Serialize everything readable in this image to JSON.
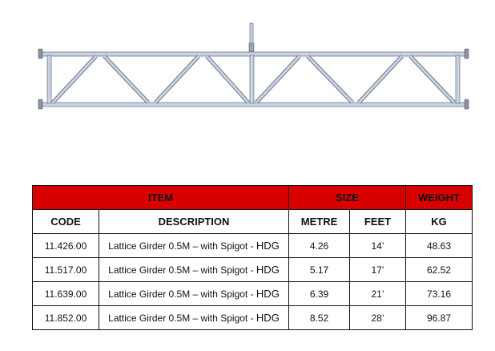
{
  "figure": {
    "subject": "lattice-girder-drawing",
    "colors": {
      "tube": "#c9d3e3",
      "tube_edge": "#6f7a8a"
    }
  },
  "table": {
    "header_color": "#d90000",
    "group_headers": {
      "item": "ITEM",
      "size": "SIZE",
      "weight": "WEIGHT"
    },
    "column_headers": {
      "code": "CODE",
      "description": "DESCRIPTION",
      "metre": "METRE",
      "feet": "FEET",
      "kg": "KG"
    },
    "rows": [
      {
        "code": "11.426.00",
        "description": "Lattice Girder 0.5M – with Spigot - ",
        "suffix": "HDG",
        "metre": "4.26",
        "feet": "14’",
        "kg": "48.63"
      },
      {
        "code": "11.517.00",
        "description": "Lattice Girder 0.5M – with Spigot - ",
        "suffix": "HDG",
        "metre": "5.17",
        "feet": "17’",
        "kg": "62.52"
      },
      {
        "code": "11.639.00",
        "description": "Lattice Girder 0.5M – with Spigot - ",
        "suffix": "HDG",
        "metre": "6.39",
        "feet": "21’",
        "kg": "73.16"
      },
      {
        "code": "11.852.00",
        "description": "Lattice Girder 0.5M – with Spigot - ",
        "suffix": "HDG",
        "metre": "8.52",
        "feet": "28’",
        "kg": "96.87"
      }
    ]
  }
}
